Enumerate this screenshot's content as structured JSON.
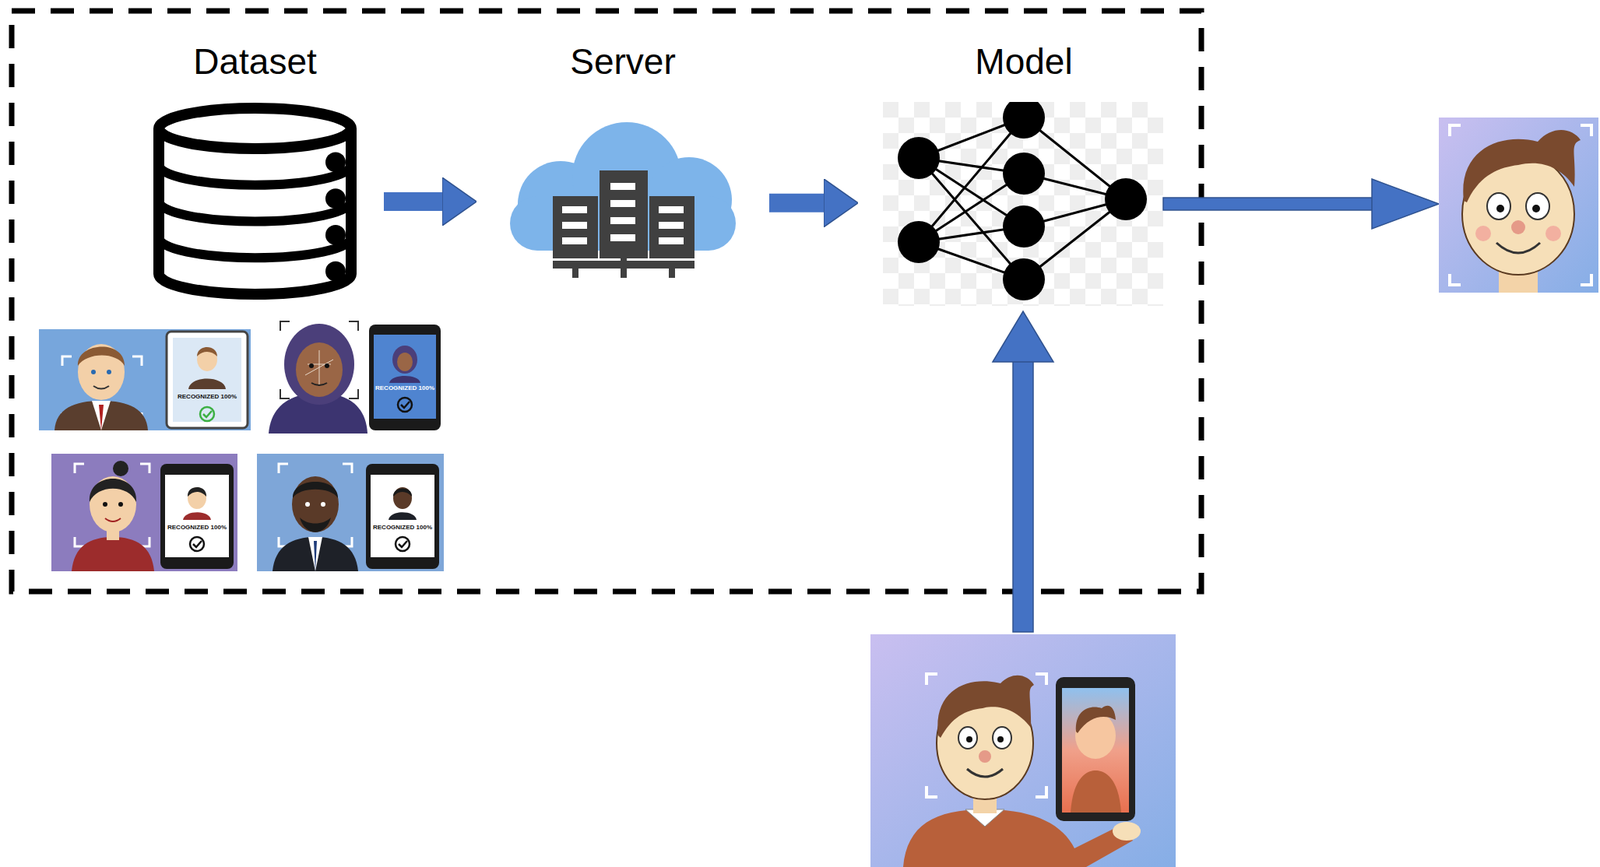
{
  "diagram": {
    "nodes": [
      {
        "text": [
          "Dataset"
        ]
      },
      {
        "text": [
          "Server"
        ]
      },
      {
        "text": [
          "Model"
        ]
      }
    ],
    "edges": [
      {
        "from": 0,
        "to": 1,
        "arrow": "to"
      },
      {
        "from": 1,
        "to": 2,
        "arrow": "to"
      }
    ],
    "labels": [
      "RECOGNIZED 100%",
      "RECOGNIZED 100%",
      "RECOGNIZED 100%",
      "RECOGNIZED 100%"
    ]
  }
}
